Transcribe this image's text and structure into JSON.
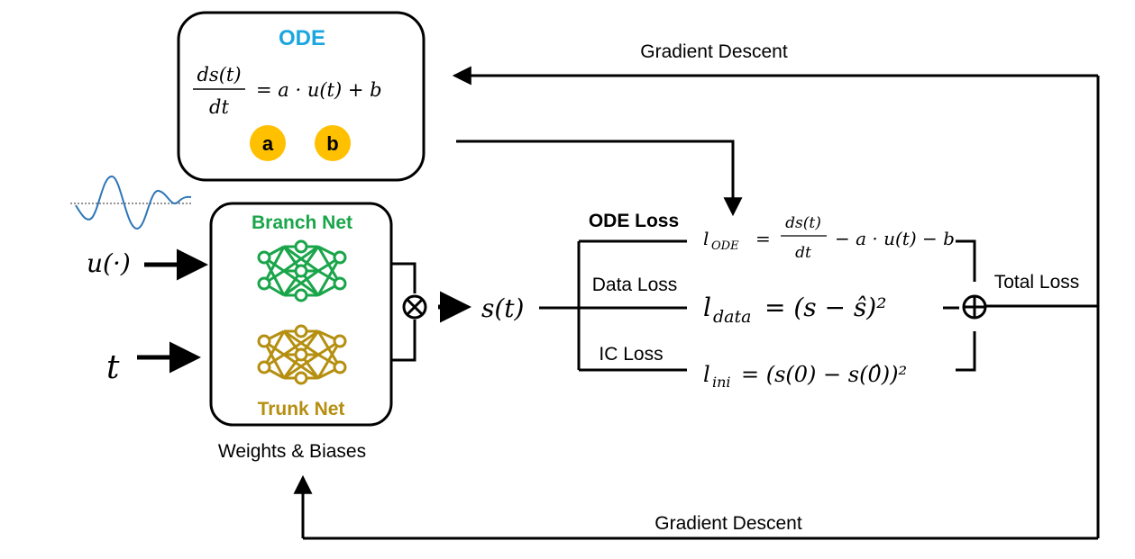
{
  "colors": {
    "ode_title": "#1aa6e0",
    "branch": "#1aa54a",
    "trunk": "#b58f10",
    "param_circle": "#ffc000",
    "signal": "#2e75b6",
    "line": "#000000"
  },
  "ode_box": {
    "title": "ODE",
    "equation": {
      "numerator": "ds(t)",
      "denominator": "dt",
      "rhs": "= a · u(t) + b"
    },
    "params": [
      "a",
      "b"
    ]
  },
  "deeponet": {
    "branch_label": "Branch Net",
    "trunk_label": "Trunk Net",
    "caption": "Weights & Biases",
    "icons": {
      "branch": "neural-network-icon",
      "trunk": "neural-network-icon",
      "combine": "circle-times-icon",
      "signal": "sine-wave-icon"
    }
  },
  "inputs": {
    "u": "u(·)",
    "t": "t"
  },
  "output": {
    "label": "s(t)"
  },
  "losses": {
    "ode": {
      "label": "ODE Loss",
      "lhs": "l",
      "sub": "ODE",
      "eq": "=",
      "numerator": "ds(t)",
      "denominator": "dt",
      "rest": "− a · u(t) − b"
    },
    "data": {
      "label": "Data Loss",
      "lhs": "l",
      "sub": "data",
      "rest": "= (s − ŝ)²"
    },
    "ic": {
      "label": "IC Loss",
      "lhs": "l",
      "sub": "ini",
      "rest": "= (s(0) − s(0̂))²"
    }
  },
  "total": {
    "label": "Total Loss",
    "icon": "circle-plus-icon"
  },
  "feedback": {
    "top": "Gradient Descent",
    "bottom": "Gradient Descent"
  }
}
